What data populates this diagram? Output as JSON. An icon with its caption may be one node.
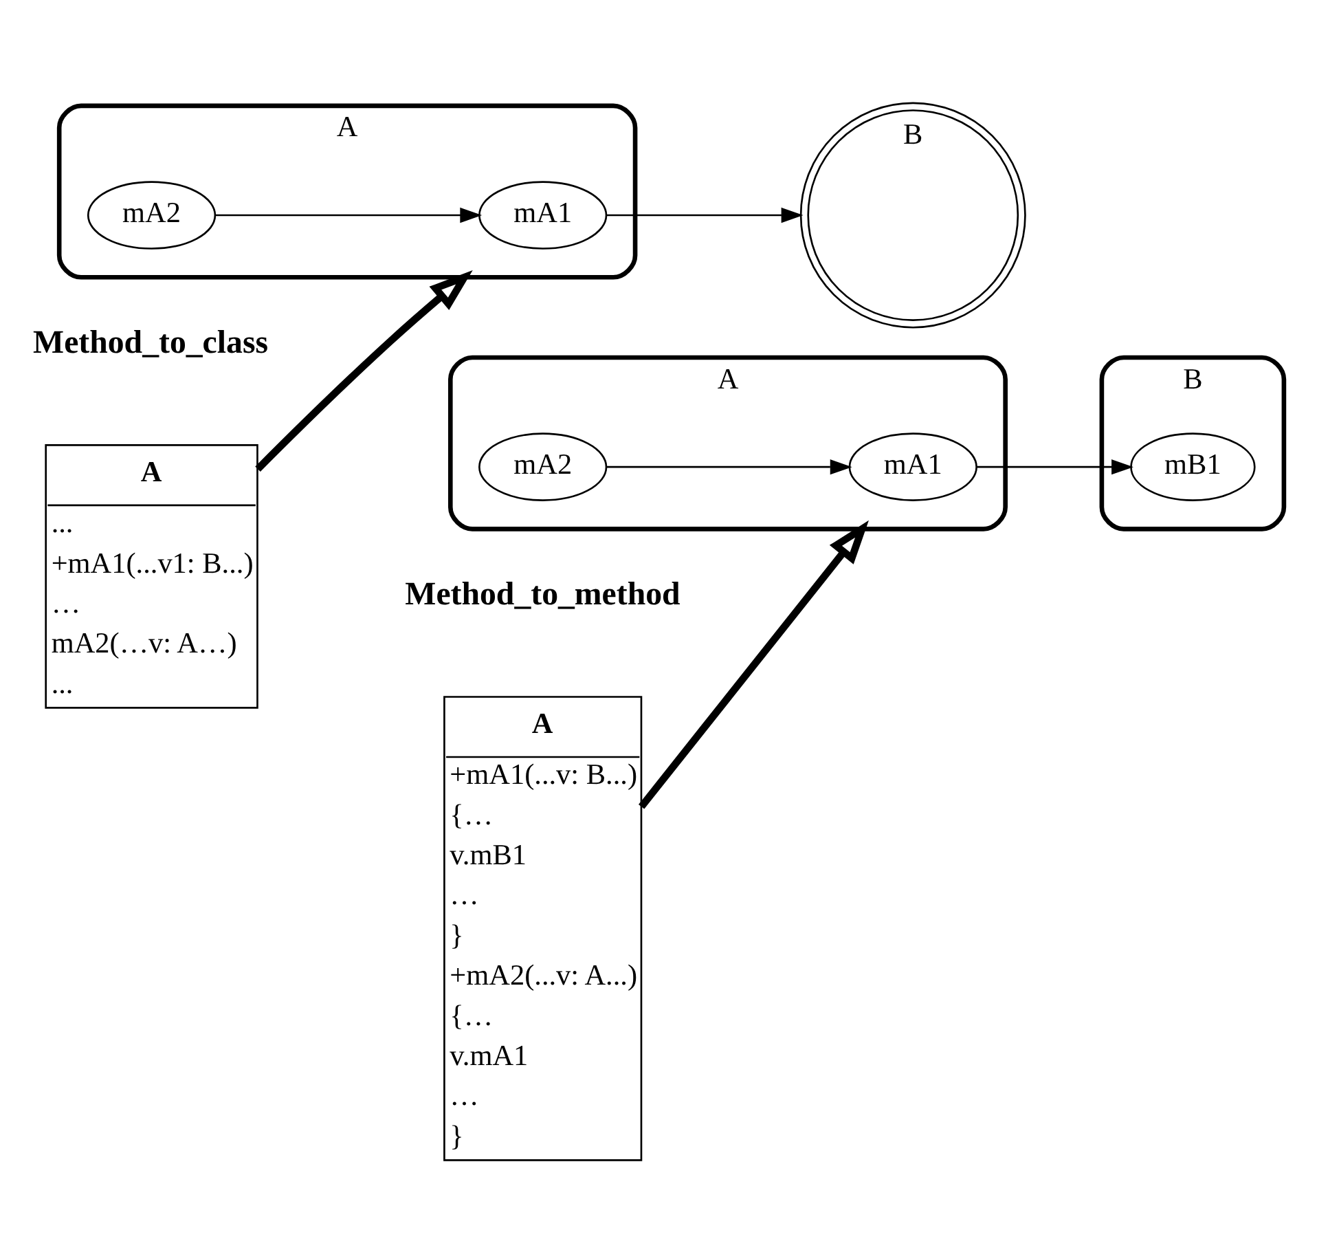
{
  "diagram": {
    "nodes": [
      {
        "text": [
          "A",
          "...",
          "+mA1(...v1: B...)",
          "…",
          "mA2(…v: A…)",
          "..."
        ]
      },
      {
        "text": [
          "A"
        ]
      },
      {
        "text": [
          "mA1"
        ],
        "in": 1
      },
      {
        "text": [
          "mA2"
        ],
        "in": 1
      },
      {
        "text": [
          "B"
        ]
      },
      {
        "text": [
          "A",
          "+mA1(...v: B...)",
          "{…",
          "v.mB1",
          "…",
          "}",
          "+mA2(...v: A...)",
          "{…",
          "v.mA1",
          "…",
          "}"
        ]
      },
      {
        "text": [
          "A"
        ]
      },
      {
        "text": [
          "mA1"
        ],
        "in": 6
      },
      {
        "text": [
          "mA2"
        ],
        "in": 6
      },
      {
        "text": [
          "B"
        ]
      },
      {
        "text": [
          "mB1"
        ],
        "in": 9
      }
    ],
    "edges": [
      {
        "from": 0,
        "to": 1,
        "arrow": "to",
        "style": "thick"
      },
      {
        "from": 2,
        "to": 4,
        "arrow": "to"
      },
      {
        "from": 3,
        "to": 1,
        "arrow": "to"
      },
      {
        "from": 5,
        "to": 6,
        "arrow": "to",
        "style": "thick"
      },
      {
        "from": 7,
        "to": 10,
        "arrow": "to"
      },
      {
        "from": 8,
        "to": 7,
        "arrow": "to"
      }
    ],
    "labels": [
      "Method_to_class",
      "Method_to_method"
    ]
  }
}
